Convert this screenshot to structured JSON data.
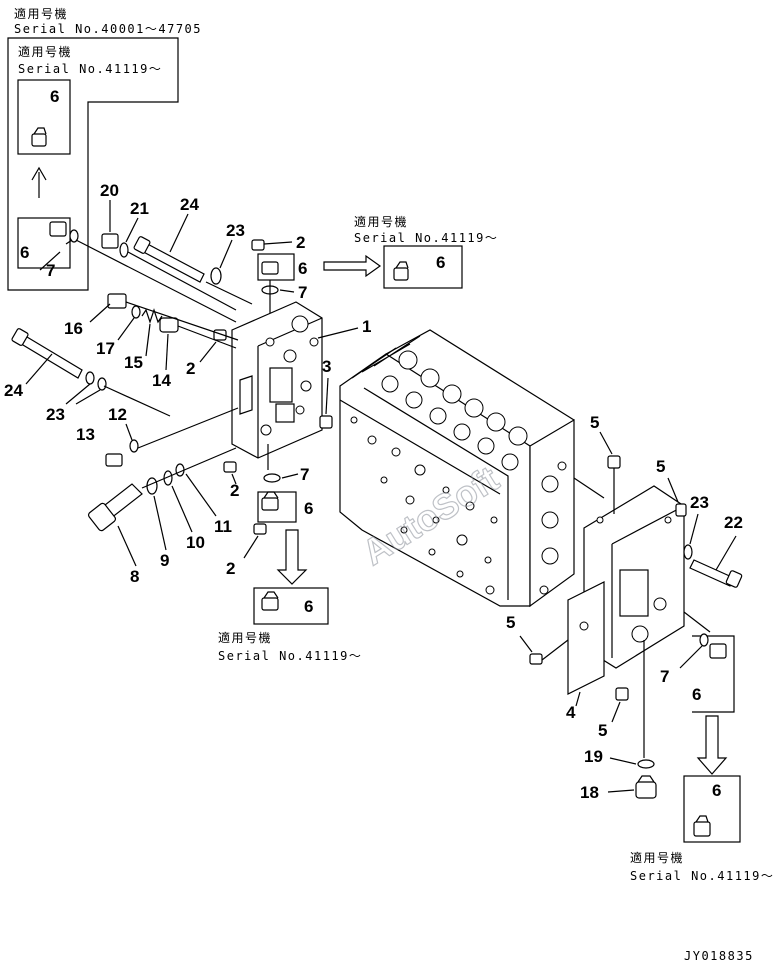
{
  "serial_notes": {
    "top_title": "適用号機",
    "top_serial": "Serial No.40001～47705",
    "box_a_title": "適用号機",
    "box_a_serial": "Serial No.41119～",
    "box_b_title": "適用号機",
    "box_b_serial": "Serial No.41119～",
    "box_c_title": "適用号機",
    "box_c_serial": "Serial No.41119～",
    "box_d_title": "適用号機",
    "box_d_serial": "Serial No.41119～"
  },
  "callouts": {
    "c6_a": "6",
    "c6_b": "6",
    "c7_a": "7",
    "c20": "20",
    "c21": "21",
    "c24_top": "24",
    "c23_top": "23",
    "c2_top": "2",
    "c6_top": "6",
    "c7_top": "7",
    "c6_box_top": "6",
    "c1": "1",
    "c16": "16",
    "c17": "17",
    "c15": "15",
    "c14": "14",
    "c2_mid": "2",
    "c3": "3",
    "c24_left": "24",
    "c23_left": "23",
    "c12": "12",
    "c13": "13",
    "c7_mid": "7",
    "c6_mid": "6",
    "c2_low": "2",
    "c11": "11",
    "c10": "10",
    "c9": "9",
    "c8": "8",
    "c2_bot": "2",
    "c6_box_bot": "6",
    "c5_a": "5",
    "c5_b": "5",
    "c23_right": "23",
    "c22": "22",
    "c5_c": "5",
    "c4": "4",
    "c5_d": "5",
    "c7_right": "7",
    "c6_right": "6",
    "c19": "19",
    "c18": "18",
    "c6_box_right": "6"
  },
  "watermark": "AutoSoft",
  "drawing_code": "JY018835"
}
